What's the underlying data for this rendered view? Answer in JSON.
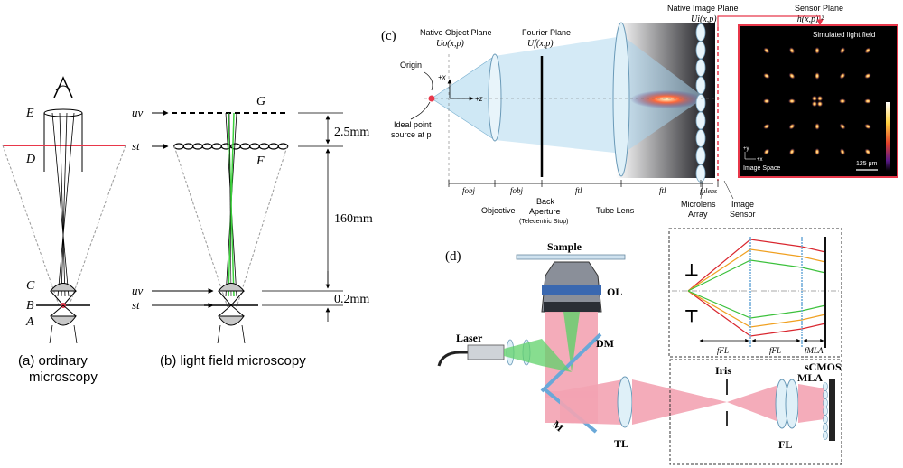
{
  "colors": {
    "red": "#e8374a",
    "green": "#3cd13c",
    "blue_light": "#cfe8f5",
    "beam_blue": "#a9d4ec",
    "laser_pink": "#f3a3b3",
    "heatmap_frame": "#e8374a"
  },
  "panel_a": {
    "labels": {
      "E": "E",
      "D": "D",
      "C": "C",
      "B": "B",
      "A": "A"
    },
    "caption_line1": "(a) ordinary",
    "caption_line2": "microscopy"
  },
  "panel_b": {
    "planes": {
      "uv_top": "uv",
      "st_top": "st",
      "uv_bottom": "uv",
      "st_bottom": "st",
      "G": "G",
      "F": "F"
    },
    "dims": {
      "d1": "2.5mm",
      "d2": "160mm",
      "d3": "0.2mm"
    },
    "caption": "(b) light field microscopy"
  },
  "panel_c": {
    "tag": "(c)",
    "native_object_plane": "Native Object Plane",
    "uo": "Uo(x,p)",
    "fourier_plane": "Fourier Plane",
    "uf": "Uf(x,p)",
    "native_image_plane": "Native Image Plane",
    "ui": "Ui(x,p)",
    "sensor_plane": "Sensor Plane",
    "hx": "|h(x,p)|²",
    "origin": "Origin",
    "ideal_point_1": "Ideal point",
    "ideal_point_2": "source at p",
    "axis_x": "+x",
    "axis_z": "+z",
    "f_obj1": "fobj",
    "f_obj2": "fobj",
    "f_tl1": "ftl",
    "f_tl2": "ftl",
    "f_mlens": "fμlens",
    "objective": "Objective",
    "back_aperture_1": "Back",
    "back_aperture_2": "Aperture",
    "telecentric": "(Telecentric Stop)",
    "tube_lens": "Tube Lens",
    "microlens_1": "Microlens",
    "microlens_2": "Array",
    "image_sensor_1": "Image",
    "image_sensor_2": "Sensor",
    "simulated": "Simulated light field",
    "image_space": "Image Space",
    "scale_bar": "125 μm",
    "y_axis": "+y",
    "x_axis": "+x"
  },
  "panel_d": {
    "tag": "(d)",
    "sample": "Sample",
    "ol": "OL",
    "dm": "DM",
    "laser": "Laser",
    "m": "M",
    "tl": "TL",
    "iris": "Iris",
    "scmos": "sCMOS",
    "mla": "MLA",
    "fl": "FL",
    "inset_f_fl1": "fFL",
    "inset_f_fl2": "fFL",
    "inset_f_mla": "fMLA"
  }
}
